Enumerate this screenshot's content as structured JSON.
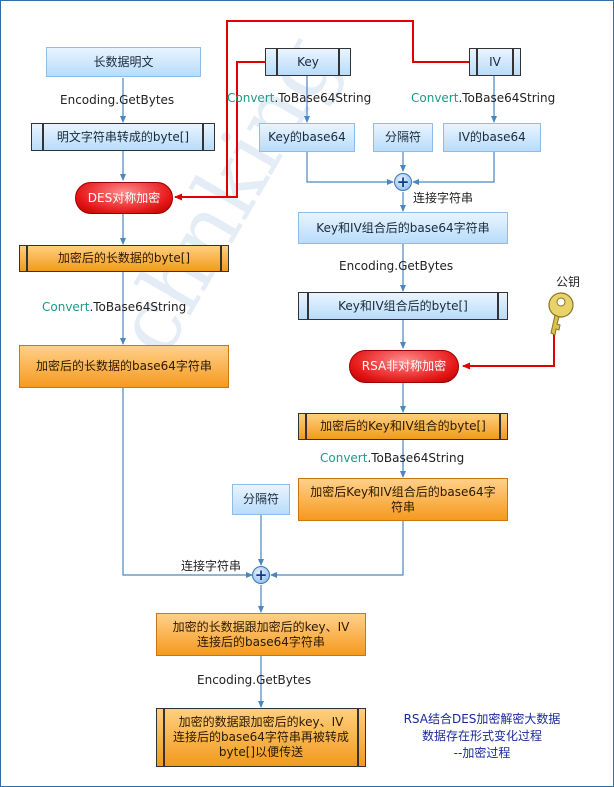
{
  "nodes": {
    "long_plaintext": "长数据明文",
    "plaintext_bytes": "明文字符串转成的byte[]",
    "des_encrypt": "DES对称加密",
    "encrypted_long_bytes": "加密后的长数据的byte[]",
    "encrypted_long_b64": "加密后的长数据的base64字符串",
    "key": "Key",
    "iv": "IV",
    "key_b64": "Key的base64",
    "separator_top": "分隔符",
    "iv_b64": "IV的base64",
    "key_iv_b64": "Key和IV组合后的base64字符串",
    "key_iv_bytes": "Key和IV组合后的byte[]",
    "rsa_encrypt": "RSA非对称加密",
    "encrypted_key_iv_bytes": "加密后的Key和IV组合的byte[]",
    "encrypted_key_iv_b64": "加密后Key和IV组合后的base64字符串",
    "separator_bottom": "分隔符",
    "combined_b64": "加密的长数据跟加密后的key、IV连接后的base64字符串",
    "final_bytes": "加密的数据跟加密后的key、IV连接后的base64字符串再被转成byte[]以便传送"
  },
  "labels": {
    "encoding_getbytes_1": "Encoding.GetBytes",
    "convert_prefix": "Convert",
    "convert_suffix": ".ToBase64String",
    "concat_top": "连接字符串",
    "encoding_getbytes_2": "Encoding.GetBytes",
    "public_key": "公钥",
    "concat_bottom": "连接字符串",
    "encoding_getbytes_3": "Encoding.GetBytes"
  },
  "note": {
    "line1": "RSA结合DES加密解密大数据",
    "line2": "数据存在形式变化过程",
    "line3": "--加密过程"
  },
  "watermark": "chnking",
  "colors": {
    "blue_box": "#b8dcfb",
    "orange_box": "#f59a1e",
    "red_oval": "#e51515",
    "red_wire": "#e00000",
    "connector": "#4a86c0",
    "note_text": "#1a2a9a"
  }
}
